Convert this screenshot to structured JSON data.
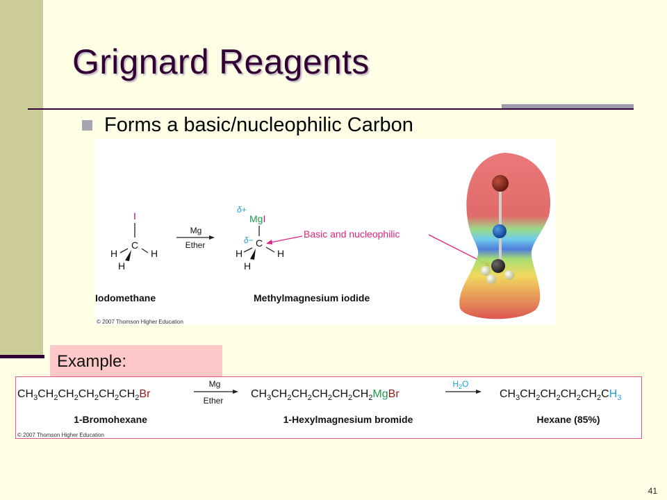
{
  "slide": {
    "title": "Grignard Reagents",
    "bullet": "Forms a basic/nucleophilic Carbon",
    "example_label": "Example:",
    "slide_number": "41"
  },
  "figure_top": {
    "reactant_iodine": "I",
    "reactant_carbon": "C",
    "reactant_h_left": "H",
    "reactant_h_right": "H",
    "reactant_h_bottom": "H",
    "reagent": "Mg",
    "solvent": "Ether",
    "delta_plus": "δ+",
    "delta_minus": "δ−",
    "product_mgi": "MgI",
    "annotation": "Basic and nucleophilic",
    "reactant_name": "Iodomethane",
    "product_name": "Methylmagnesium iodide",
    "copyright": "© 2007 Thomson Higher Education"
  },
  "figure_bottom": {
    "reagent_1": "Mg",
    "solvent_1": "Ether",
    "reagent_2": "H2O",
    "reactant_name": "1-Bromohexane",
    "intermediate_name": "1-Hexylmagnesium bromide",
    "product_name": "Hexane (85%)",
    "copyright": "© 2007 Thomson Higher Education"
  },
  "colors": {
    "background": "#FFFFE6",
    "sidebar": "#CCCC99",
    "title": "#330033",
    "iodine": "#A4127A",
    "magnesium": "#1F9A4A",
    "delta": "#1BA1D8",
    "annotation": "#E0237F",
    "example_box": "#FFC8C8"
  }
}
